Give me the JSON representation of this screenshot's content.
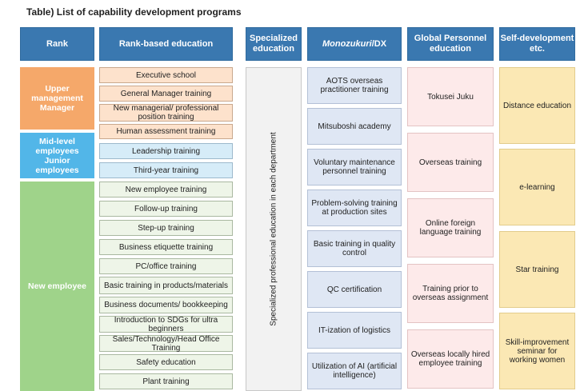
{
  "title": "Table) List of capability development programs",
  "headers": {
    "rank": "Rank",
    "rank_based": "Rank-based education",
    "specialized": "Specialized education",
    "mono_italic": "Monozukuri",
    "mono_suffix": "/DX",
    "global": "Global Personnel education",
    "self": "Self-development etc."
  },
  "ranks": {
    "upper": "Upper management Manager",
    "mid": "Mid-level employees Junior employees",
    "new": "New employee"
  },
  "rank_based": [
    "Executive school",
    "General Manager training",
    "New managerial/ professional position training",
    "Human assessment training",
    "Leadership training",
    "Third-year training",
    "New employee training",
    "Follow-up training",
    "Step-up training",
    "Business etiquette training",
    "PC/office training",
    "Basic training in products/materials",
    "Business documents/ bookkeeping",
    "Introduction to SDGs for ultra beginners",
    "Sales/Technology/Head Office Training",
    "Safety education",
    "Plant training"
  ],
  "specialized": "Specialized professional education in each department",
  "monozukuri": [
    "AOTS overseas practitioner training",
    "Mitsuboshi academy",
    "Voluntary maintenance personnel training",
    "Problem-solving training at production sites",
    "Basic training in quality control",
    "QC certification",
    "IT-ization of logistics",
    "Utilization of AI (artificial intelligence)"
  ],
  "global": [
    "Tokusei Juku",
    "Overseas training",
    "Online foreign language training",
    "Training prior to overseas assignment",
    "Overseas locally hired employee training"
  ],
  "self_dev": [
    "Distance education",
    "e-learning",
    "Star training",
    "Skill-improvement seminar for working women"
  ]
}
